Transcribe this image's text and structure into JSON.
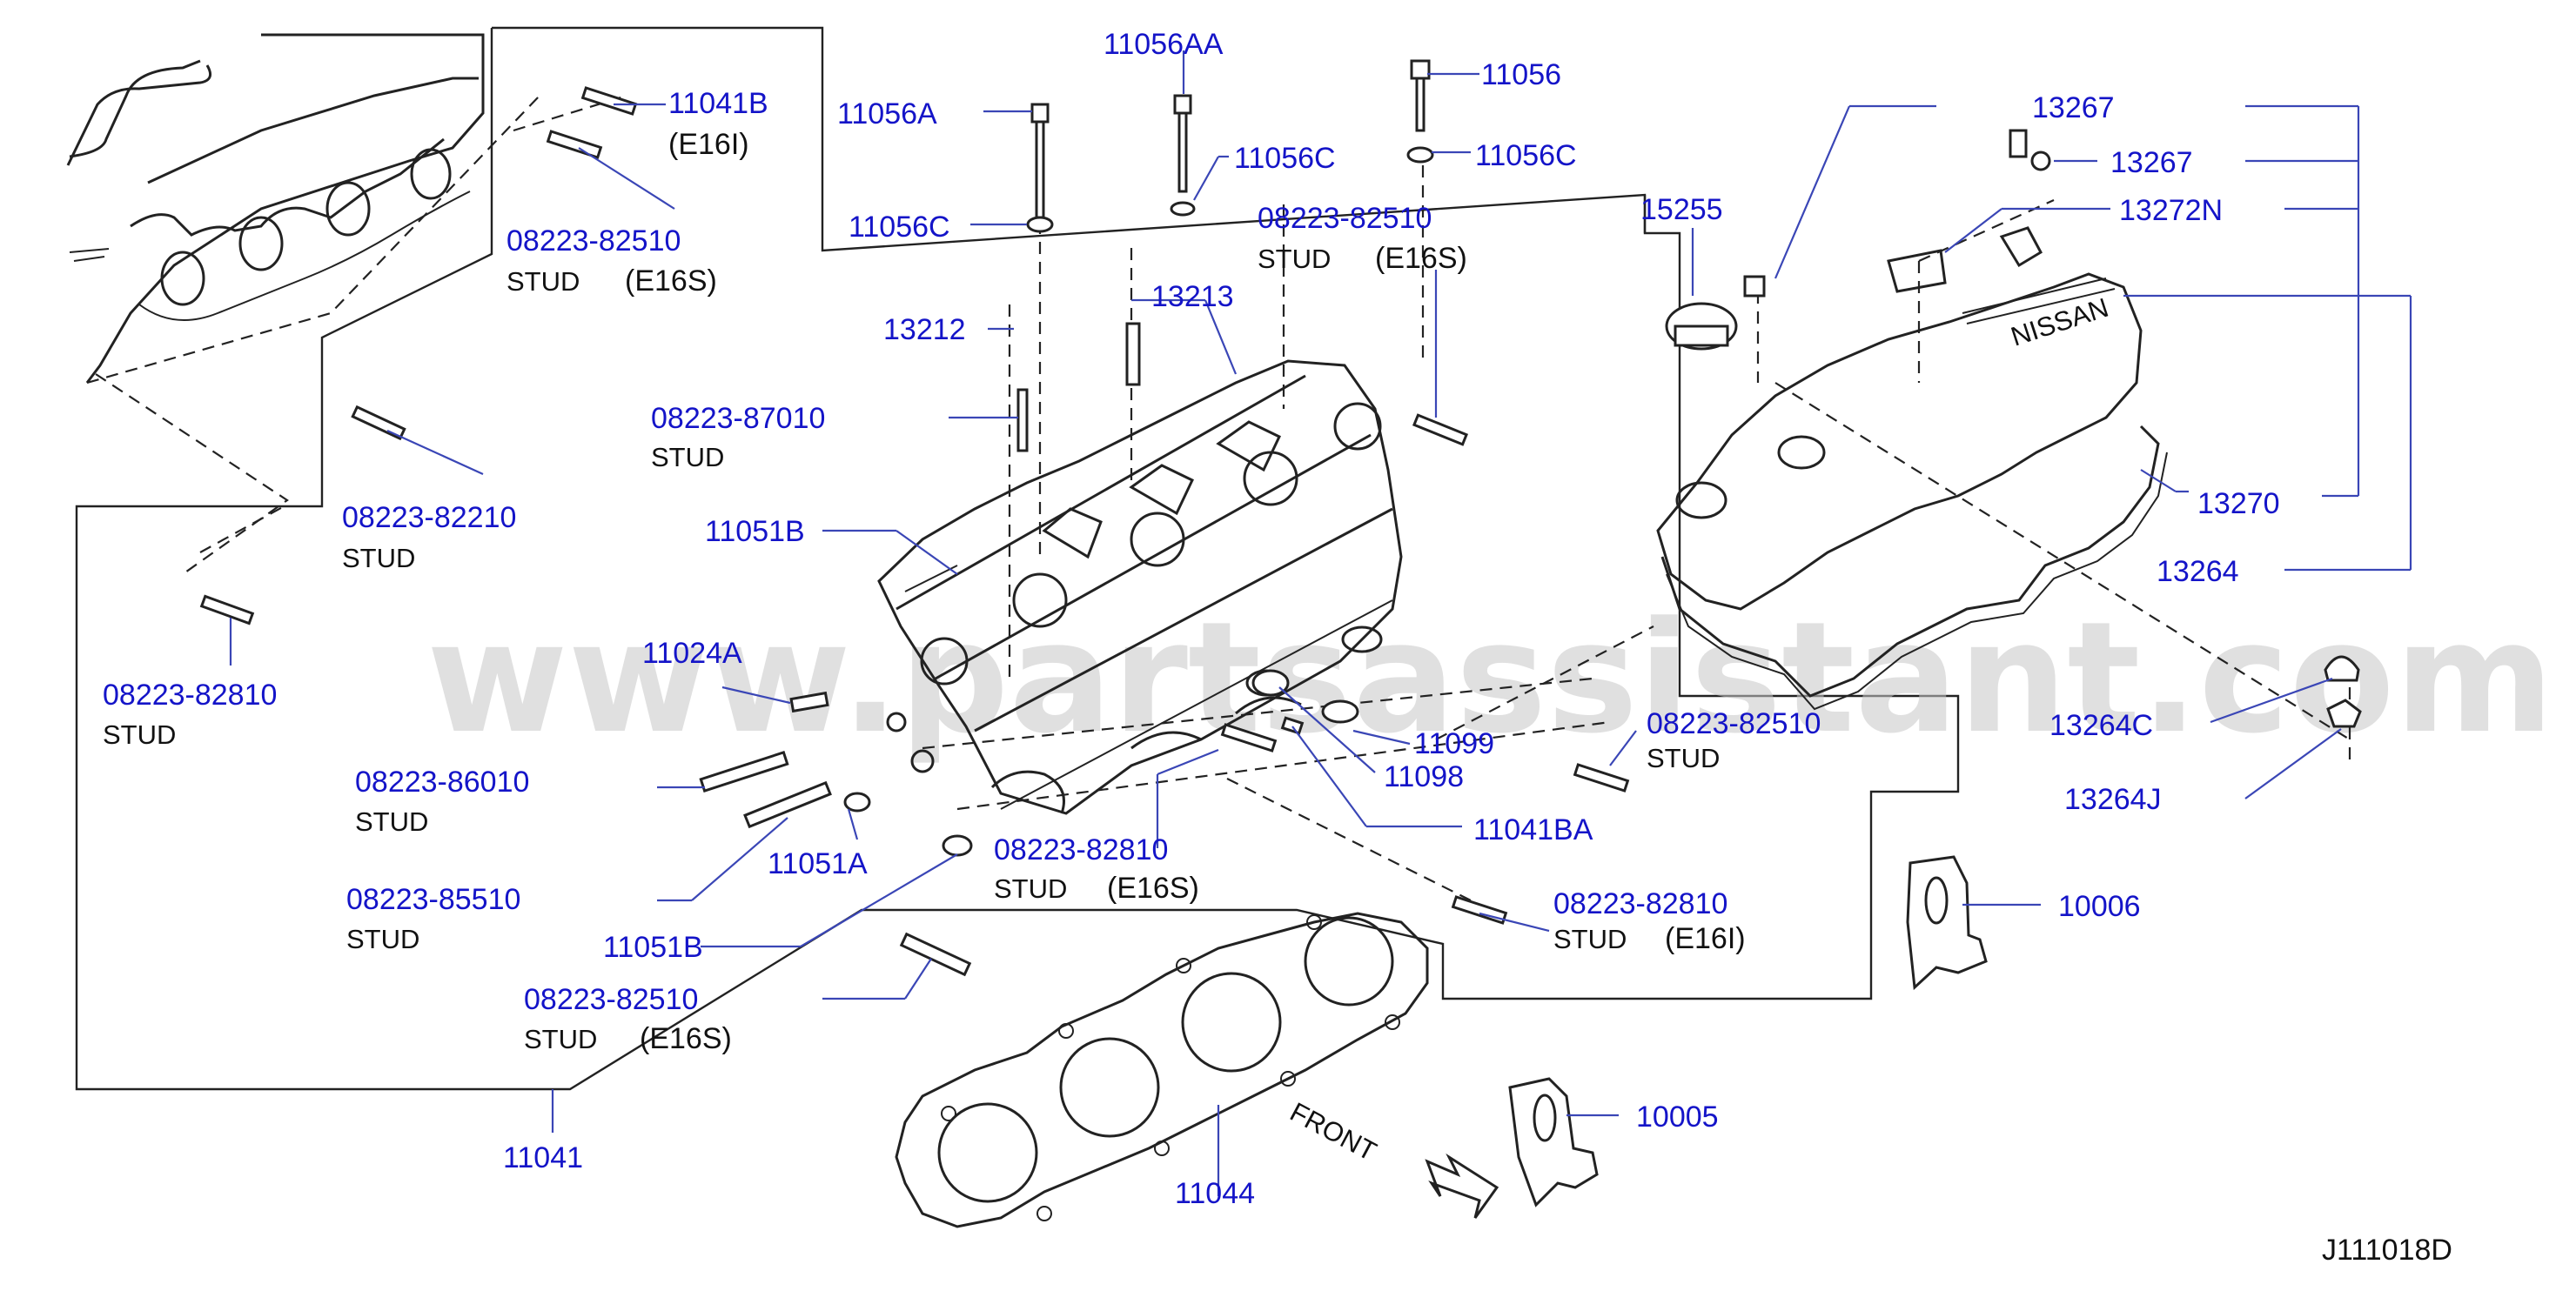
{
  "diagram": {
    "watermark": "www.partsassistant.com",
    "ref_code": "J111018D",
    "front_label": "FRONT"
  },
  "callouts": {
    "c11041B": {
      "part": "11041B",
      "note": "(E16I)"
    },
    "c08223_82510_top": {
      "part": "08223-82510",
      "note": "STUD",
      "variant": "(E16S)"
    },
    "c08223_82210": {
      "part": "08223-82210",
      "note": "STUD"
    },
    "c08223_82810_left": {
      "part": "08223-82810",
      "note": "STUD"
    },
    "c11056A": {
      "part": "11056A"
    },
    "c11056AA": {
      "part": "11056AA"
    },
    "c11056": {
      "part": "11056"
    },
    "c11056C_left": {
      "part": "11056C"
    },
    "c11056C_mid": {
      "part": "11056C"
    },
    "c11056C_right": {
      "part": "11056C"
    },
    "c08223_82510_mid": {
      "part": "08223-82510",
      "note": "STUD",
      "variant": "(E16S)"
    },
    "c13212": {
      "part": "13212"
    },
    "c13213": {
      "part": "13213"
    },
    "c08223_87010": {
      "part": "08223-87010",
      "note": "STUD"
    },
    "c11051B_top": {
      "part": "11051B"
    },
    "c11024A": {
      "part": "11024A"
    },
    "c08223_86010": {
      "part": "08223-86010",
      "note": "STUD"
    },
    "c08223_85510": {
      "part": "08223-85510",
      "note": "STUD"
    },
    "c11051A": {
      "part": "11051A"
    },
    "c11051B_bottom": {
      "part": "11051B"
    },
    "c08223_82810_mid": {
      "part": "08223-82810",
      "note": "STUD",
      "variant": "(E16S)"
    },
    "c08223_82510_low": {
      "part": "08223-82510",
      "note": "STUD",
      "variant": "(E16S)"
    },
    "c11041": {
      "part": "11041"
    },
    "c11044": {
      "part": "11044"
    },
    "c11099": {
      "part": "11099"
    },
    "c11098": {
      "part": "11098"
    },
    "c11041BA": {
      "part": "11041BA"
    },
    "c08223_82510_right": {
      "part": "08223-82510",
      "note": "STUD"
    },
    "c08223_82810_right": {
      "part": "08223-82810",
      "note": "STUD",
      "variant": "(E16I)"
    },
    "c15255": {
      "part": "15255"
    },
    "c13267_a": {
      "part": "13267"
    },
    "c13267_b": {
      "part": "13267"
    },
    "c13272N": {
      "part": "13272N"
    },
    "c13270": {
      "part": "13270"
    },
    "c13264": {
      "part": "13264"
    },
    "c13264C": {
      "part": "13264C"
    },
    "c13264J": {
      "part": "13264J"
    },
    "c10006": {
      "part": "10006"
    },
    "c10005": {
      "part": "10005"
    }
  },
  "colors": {
    "callout": "#1414c8",
    "leader": "#3a46b6",
    "ink": "#222222",
    "watermark": "#c8c8c8"
  }
}
